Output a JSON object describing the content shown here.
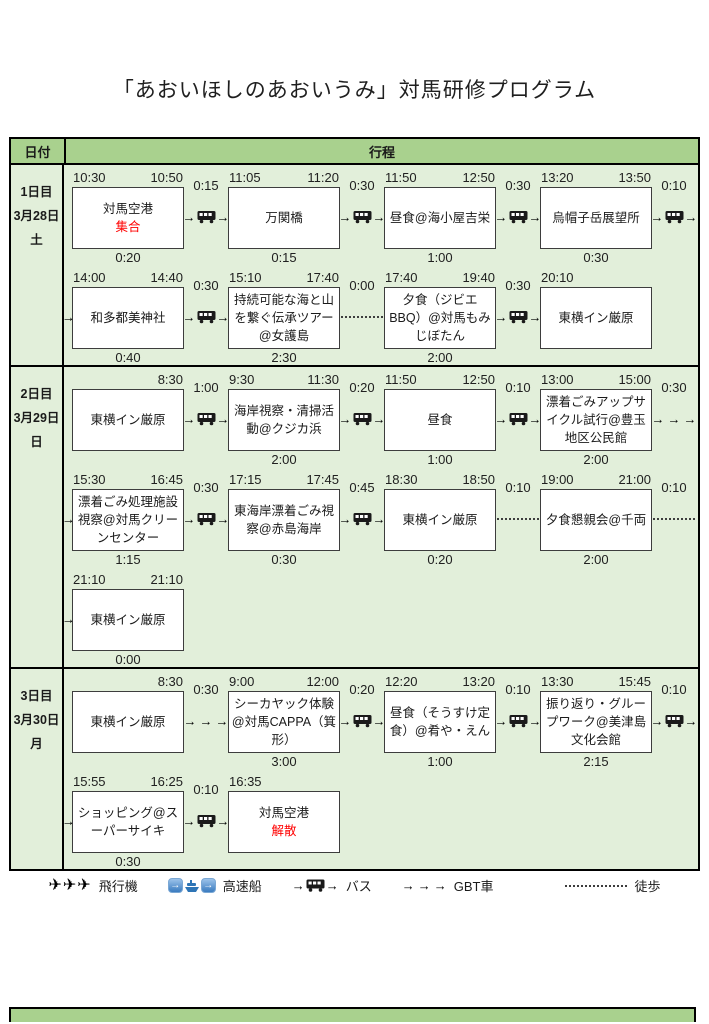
{
  "title": "「あおいほしのあおいうみ」対馬研修プログラム",
  "table": {
    "date_header": "日付",
    "itinerary_header": "行程"
  },
  "colors": {
    "header_green": "#a9d18e",
    "body_green": "#e2efda",
    "accent_red": "#ff0000",
    "ferry_blue": "#2e75b6"
  },
  "days": [
    {
      "label_lines": [
        "1日目",
        "3月28日",
        "土"
      ],
      "rows": [
        {
          "lead_arrow": false,
          "items": [
            {
              "type": "activity",
              "start": "10:30",
              "end": "10:50",
              "label": "対馬空港",
              "sublabel": "集合",
              "sublabel_red": true,
              "duration": "0:20"
            },
            {
              "type": "transfer",
              "mode": "bus",
              "duration": "0:15"
            },
            {
              "type": "activity",
              "start": "11:05",
              "end": "11:20",
              "label": "万関橋",
              "duration": "0:15"
            },
            {
              "type": "transfer",
              "mode": "bus",
              "duration": "0:30"
            },
            {
              "type": "activity",
              "start": "11:50",
              "end": "12:50",
              "label": "昼食@海小屋吉栄",
              "duration": "1:00"
            },
            {
              "type": "transfer",
              "mode": "bus",
              "duration": "0:30"
            },
            {
              "type": "activity",
              "start": "13:20",
              "end": "13:50",
              "label": "烏帽子岳展望所",
              "duration": "0:30"
            },
            {
              "type": "transfer",
              "mode": "bus",
              "duration": "0:10"
            }
          ]
        },
        {
          "lead_arrow": true,
          "items": [
            {
              "type": "activity",
              "start": "14:00",
              "end": "14:40",
              "label": "和多都美神社",
              "duration": "0:40"
            },
            {
              "type": "transfer",
              "mode": "bus",
              "duration": "0:30"
            },
            {
              "type": "activity",
              "start": "15:10",
              "end": "17:40",
              "label": "持続可能な海と山を繋ぐ伝承ツアー@女護島",
              "duration": "2:30"
            },
            {
              "type": "transfer",
              "mode": "walk",
              "duration": "0:00"
            },
            {
              "type": "activity",
              "start": "17:40",
              "end": "19:40",
              "label": "夕食（ジビエBBQ）@対馬もみじぼたん",
              "duration": "2:00"
            },
            {
              "type": "transfer",
              "mode": "bus",
              "duration": "0:30"
            },
            {
              "type": "activity",
              "start": "20:10",
              "end": "",
              "label": "東横イン厳原",
              "duration": ""
            }
          ]
        }
      ]
    },
    {
      "label_lines": [
        "2日目",
        "3月29日",
        "日"
      ],
      "rows": [
        {
          "lead_arrow": false,
          "items": [
            {
              "type": "activity",
              "start": "",
              "end": "8:30",
              "label": "東横イン厳原",
              "duration": ""
            },
            {
              "type": "transfer",
              "mode": "bus",
              "duration": "1:00"
            },
            {
              "type": "activity",
              "start": "9:30",
              "end": "11:30",
              "label": "海岸視察・清掃活動@クジカ浜",
              "duration": "2:00"
            },
            {
              "type": "transfer",
              "mode": "bus",
              "duration": "0:20"
            },
            {
              "type": "activity",
              "start": "11:50",
              "end": "12:50",
              "label": "昼食",
              "duration": "1:00"
            },
            {
              "type": "transfer",
              "mode": "bus",
              "duration": "0:10"
            },
            {
              "type": "activity",
              "start": "13:00",
              "end": "15:00",
              "label": "漂着ごみアップサイクル試行@豊玉地区公民館",
              "duration": "2:00"
            },
            {
              "type": "transfer",
              "mode": "gbt",
              "duration": "0:30"
            }
          ]
        },
        {
          "lead_arrow": true,
          "items": [
            {
              "type": "activity",
              "start": "15:30",
              "end": "16:45",
              "label": "漂着ごみ処理施設視察@対馬クリーンセンター",
              "duration": "1:15"
            },
            {
              "type": "transfer",
              "mode": "bus",
              "duration": "0:30"
            },
            {
              "type": "activity",
              "start": "17:15",
              "end": "17:45",
              "label": "東海岸漂着ごみ視察@赤島海岸",
              "duration": "0:30"
            },
            {
              "type": "transfer",
              "mode": "bus",
              "duration": "0:45"
            },
            {
              "type": "activity",
              "start": "18:30",
              "end": "18:50",
              "label": "東横イン厳原",
              "duration": "0:20"
            },
            {
              "type": "transfer",
              "mode": "walk",
              "duration": "0:10"
            },
            {
              "type": "activity",
              "start": "19:00",
              "end": "21:00",
              "label": "夕食懇親会@千両",
              "duration": "2:00"
            },
            {
              "type": "transfer",
              "mode": "walk",
              "duration": "0:10"
            }
          ]
        },
        {
          "lead_arrow": true,
          "items": [
            {
              "type": "activity",
              "start": "21:10",
              "end": "21:10",
              "label": "東横イン厳原",
              "duration": "0:00"
            }
          ]
        }
      ]
    },
    {
      "label_lines": [
        "3日目",
        "3月30日",
        "月"
      ],
      "rows": [
        {
          "lead_arrow": false,
          "items": [
            {
              "type": "activity",
              "start": "",
              "end": "8:30",
              "label": "東横イン厳原",
              "duration": ""
            },
            {
              "type": "transfer",
              "mode": "gbt",
              "duration": "0:30"
            },
            {
              "type": "activity",
              "start": "9:00",
              "end": "12:00",
              "label": "シーカヤック体験@対馬CAPPA（箕形）",
              "duration": "3:00"
            },
            {
              "type": "transfer",
              "mode": "bus",
              "duration": "0:20"
            },
            {
              "type": "activity",
              "start": "12:20",
              "end": "13:20",
              "label": "昼食（そうすけ定食）@肴や・えん",
              "duration": "1:00"
            },
            {
              "type": "transfer",
              "mode": "bus",
              "duration": "0:10"
            },
            {
              "type": "activity",
              "start": "13:30",
              "end": "15:45",
              "label": "振り返り・グループワーク@美津島文化会館",
              "duration": "2:15"
            },
            {
              "type": "transfer",
              "mode": "bus",
              "duration": "0:10"
            }
          ]
        },
        {
          "lead_arrow": true,
          "items": [
            {
              "type": "activity",
              "start": "15:55",
              "end": "16:25",
              "label": "ショッピング@スーパーサイキ",
              "duration": "0:30"
            },
            {
              "type": "transfer",
              "mode": "bus",
              "duration": "0:10"
            },
            {
              "type": "activity",
              "start": "16:35",
              "end": "",
              "label": "対馬空港",
              "sublabel": "解散",
              "sublabel_red": true,
              "duration": ""
            }
          ]
        }
      ]
    }
  ],
  "legend": [
    {
      "mode": "plane",
      "label": "飛行機"
    },
    {
      "mode": "ferry",
      "label": "高速船"
    },
    {
      "mode": "bus",
      "label": "バス"
    },
    {
      "mode": "gbt",
      "label": "GBT車"
    },
    {
      "mode": "walk",
      "label": "徒歩"
    }
  ]
}
